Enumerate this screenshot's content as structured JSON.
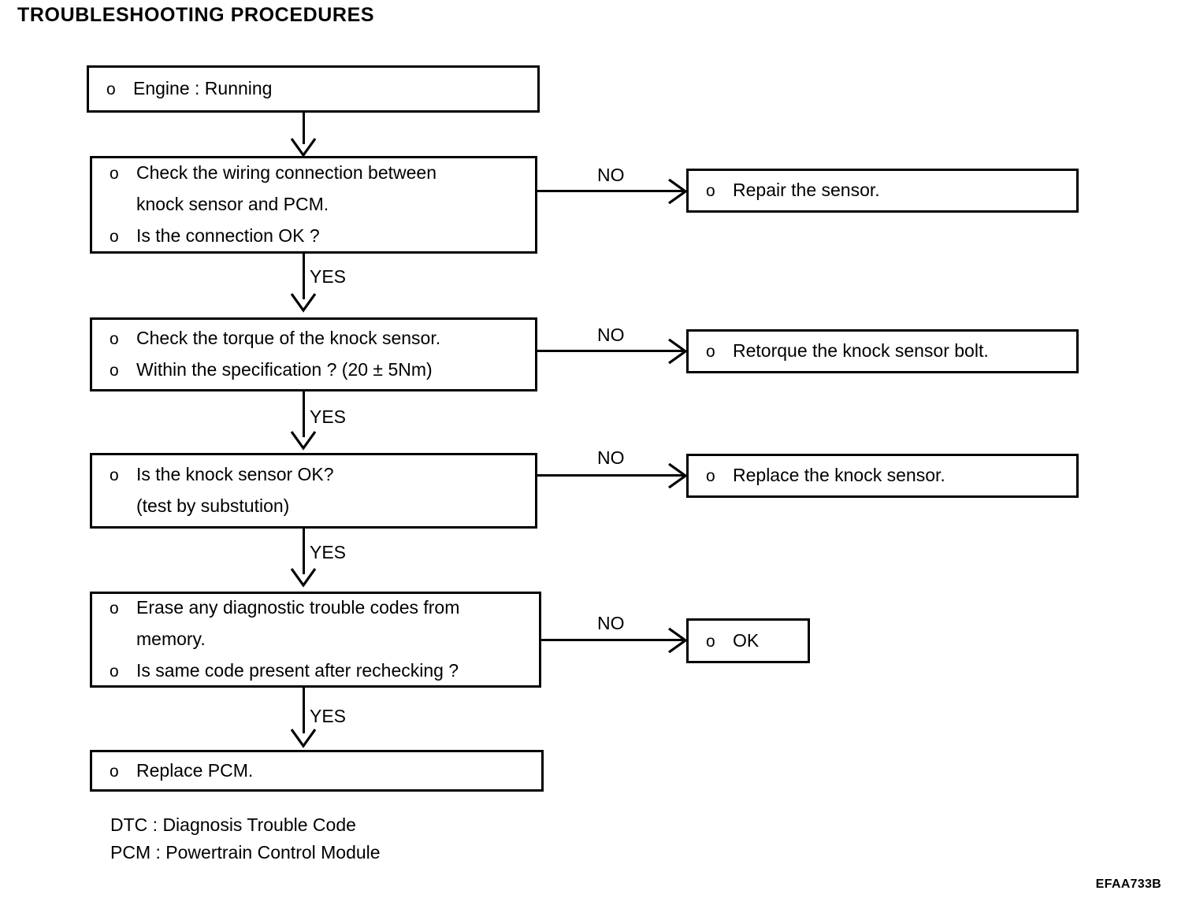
{
  "page": {
    "title": "TROUBLESHOOTING PROCEDURES",
    "figure_code": "EFAA733B",
    "bullet_glyph": "o",
    "line_color": "#000000",
    "background_color": "#ffffff"
  },
  "flowchart": {
    "type": "flowchart",
    "orientation": "top-to-bottom with right branches",
    "nodes": [
      {
        "id": "start",
        "kind": "process",
        "lines": [
          {
            "bullet": true,
            "text": "Engine : Running"
          }
        ]
      },
      {
        "id": "check-wiring",
        "kind": "decision",
        "lines": [
          {
            "bullet": true,
            "text": "Check the wiring connection between"
          },
          {
            "bullet": false,
            "text": "knock sensor and PCM."
          },
          {
            "bullet": true,
            "text": "Is the connection OK ?"
          }
        ]
      },
      {
        "id": "repair-sensor",
        "kind": "action",
        "lines": [
          {
            "bullet": true,
            "text": "Repair the sensor."
          }
        ]
      },
      {
        "id": "check-torque",
        "kind": "decision",
        "lines": [
          {
            "bullet": true,
            "text": "Check the torque of the knock sensor."
          },
          {
            "bullet": true,
            "text": "Within the specification ? (20 ± 5Nm)"
          }
        ]
      },
      {
        "id": "retorque-bolt",
        "kind": "action",
        "lines": [
          {
            "bullet": true,
            "text": "Retorque the knock sensor bolt."
          }
        ]
      },
      {
        "id": "sensor-ok",
        "kind": "decision",
        "lines": [
          {
            "bullet": true,
            "text": "Is the knock sensor OK?"
          },
          {
            "bullet": false,
            "text": "(test by substution)"
          }
        ]
      },
      {
        "id": "replace-sensor",
        "kind": "action",
        "lines": [
          {
            "bullet": true,
            "text": "Replace the knock sensor."
          }
        ]
      },
      {
        "id": "erase-codes",
        "kind": "decision",
        "lines": [
          {
            "bullet": true,
            "text": "Erase any diagnostic trouble codes from"
          },
          {
            "bullet": false,
            "text": "memory."
          },
          {
            "bullet": true,
            "text": "Is same code present after rechecking ?"
          }
        ]
      },
      {
        "id": "ok",
        "kind": "terminal",
        "lines": [
          {
            "bullet": true,
            "text": "OK"
          }
        ]
      },
      {
        "id": "replace-pcm",
        "kind": "action",
        "lines": [
          {
            "bullet": true,
            "text": "Replace PCM."
          }
        ]
      }
    ],
    "edges": [
      {
        "from": "start",
        "to": "check-wiring",
        "label": "",
        "direction": "down"
      },
      {
        "from": "check-wiring",
        "to": "repair-sensor",
        "label": "NO",
        "direction": "right"
      },
      {
        "from": "check-wiring",
        "to": "check-torque",
        "label": "YES",
        "direction": "down"
      },
      {
        "from": "check-torque",
        "to": "retorque-bolt",
        "label": "NO",
        "direction": "right"
      },
      {
        "from": "check-torque",
        "to": "sensor-ok",
        "label": "YES",
        "direction": "down"
      },
      {
        "from": "sensor-ok",
        "to": "replace-sensor",
        "label": "NO",
        "direction": "right"
      },
      {
        "from": "sensor-ok",
        "to": "erase-codes",
        "label": "YES",
        "direction": "down"
      },
      {
        "from": "erase-codes",
        "to": "ok",
        "label": "NO",
        "direction": "right"
      },
      {
        "from": "erase-codes",
        "to": "replace-pcm",
        "label": "YES",
        "direction": "down"
      }
    ],
    "edge_labels": {
      "no": "NO",
      "yes": "YES"
    }
  },
  "legend": {
    "lines": [
      "DTC : Diagnosis Trouble Code",
      "PCM : Powertrain Control Module"
    ]
  }
}
